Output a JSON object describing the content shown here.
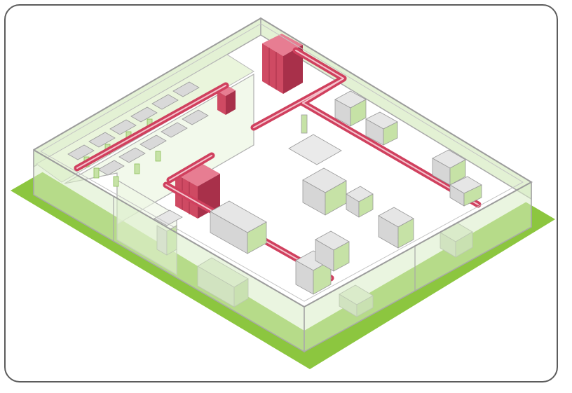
{
  "colors": {
    "accent_green": "#8cc63f",
    "glass_green": "#e3f1d4",
    "glass_edge": "#a8a8a8",
    "floor_white": "#ffffff",
    "cabinet_red": "#cf4a63",
    "cabinet_red_dark": "#a8304a",
    "cabinet_red_light": "#e77d92",
    "duct_red": "#d0405e",
    "machine_grey": "#d6d6d6",
    "machine_green": "#c6e2a6",
    "frame_border": "#5c5c5c"
  },
  "scene": {
    "description_icons": [
      "cleanroom-enclosure",
      "server-rack-cabinet",
      "exhaust-duct-run",
      "process-tool",
      "workbench"
    ]
  }
}
